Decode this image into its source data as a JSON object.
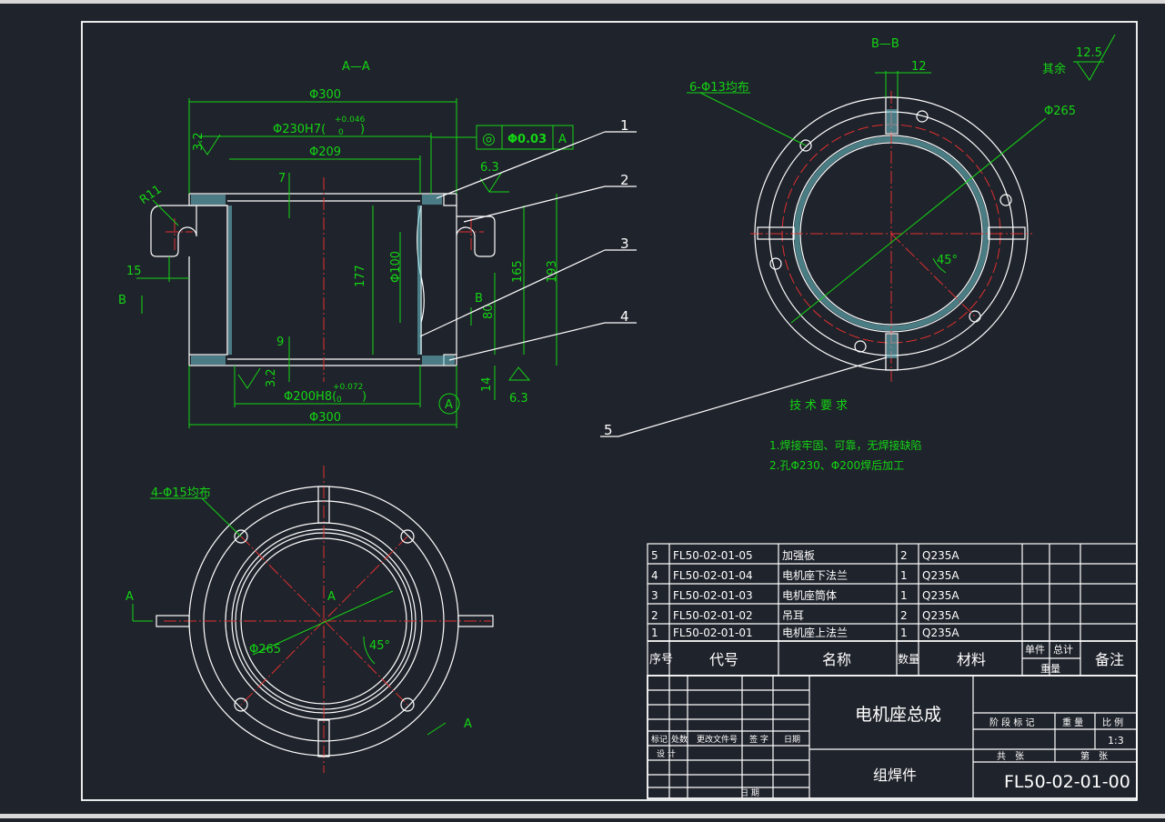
{
  "views": {
    "section_aa": "A—A",
    "section_bb": "B—B",
    "view_a_label": "A",
    "view_b_label": "B"
  },
  "roughness": {
    "other_label": "其余",
    "other_value": "12.5",
    "top_face": "3.2",
    "bottom_face": "3.2",
    "bore_top": "6.3",
    "bore_bottom": "6.3"
  },
  "dimensions": {
    "d300_top": "Φ300",
    "d230": "Φ230H7(",
    "d230_tol_upper": "+0.046",
    "d230_tol_lower": "0",
    "d209": "Φ209",
    "t7": "7",
    "t9": "9",
    "d100": "Φ100",
    "h177": "177",
    "h165": "165",
    "h193": "193",
    "h80": "80",
    "w15": "15",
    "r11": "R11",
    "h14": "14",
    "d200": "Φ200H8(",
    "d200_tol_upper": "+0.072",
    "d200_tol_lower": "0",
    "d300_bottom": "Φ300",
    "w12": "12",
    "holes_6": "6-Φ13均布",
    "d265_top": "Φ265",
    "angle_top": "45°",
    "holes_4": "4-Φ15均布",
    "d265_bottom": "Φ265",
    "angle_bottom": "45°"
  },
  "geometric_tolerance": {
    "symbol": "◎",
    "value": "Φ0.03",
    "datum": "A"
  },
  "datum_marker": "A",
  "balloons": [
    "1",
    "2",
    "3",
    "4",
    "5"
  ],
  "tech_requirements": {
    "title": "技术要求",
    "items": [
      "1.焊接牢固、可靠，无焊接缺陷",
      "2.孔Φ230、Φ200焊后加工"
    ]
  },
  "bom": {
    "rows": [
      {
        "no": "5",
        "code": "FL50-02-01-05",
        "name": "加强板",
        "qty": "2",
        "material": "Q235A"
      },
      {
        "no": "4",
        "code": "FL50-02-01-04",
        "name": "电机座下法兰",
        "qty": "1",
        "material": "Q235A"
      },
      {
        "no": "3",
        "code": "FL50-02-01-03",
        "name": "电机座筒体",
        "qty": "1",
        "material": "Q235A"
      },
      {
        "no": "2",
        "code": "FL50-02-01-02",
        "name": "吊耳",
        "qty": "2",
        "material": "Q235A"
      },
      {
        "no": "1",
        "code": "FL50-02-01-01",
        "name": "电机座上法兰",
        "qty": "1",
        "material": "Q235A"
      }
    ],
    "headers": {
      "no": "序号",
      "code": "代号",
      "name": "名称",
      "qty": "数量",
      "material": "材料",
      "unit": "单件",
      "total": "总计",
      "weight": "重量",
      "remarks": "备注"
    }
  },
  "title_block": {
    "title": "电机座总成",
    "subtitle": "组焊件",
    "drawing_no": "FL50-02-01-00",
    "stage_mark": "阶 段 标 记",
    "weight_label": "重 量",
    "scale_label": "比 例",
    "scale": "1:3",
    "sheets_total": "共　张",
    "sheet_no": "第　张",
    "rev_labels": [
      "标记",
      "处数",
      "更改文件号",
      "签 字",
      "日期"
    ],
    "design": "设 计",
    "date": "日 期"
  }
}
